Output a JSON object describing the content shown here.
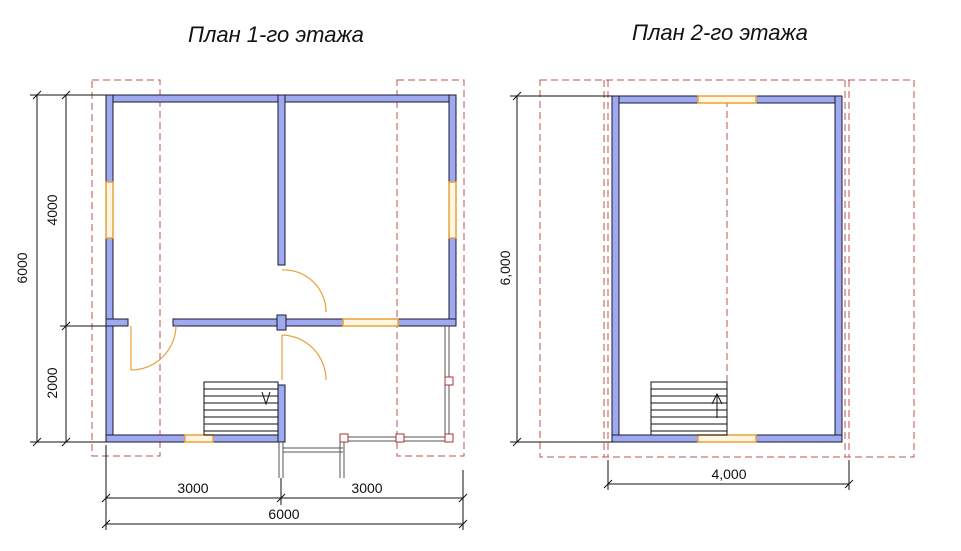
{
  "floor1": {
    "title": "План 1-го этажа",
    "dims": {
      "total_height": "6000",
      "upper_height": "4000",
      "lower_height": "2000",
      "left_width": "3000",
      "right_width": "3000",
      "total_width": "6000"
    }
  },
  "floor2": {
    "title": "План 2-го этажа",
    "dims": {
      "height": "6,000",
      "width": "4,000"
    }
  },
  "colors": {
    "wall_fill": "#9ea9f0",
    "wall_stroke": "#1a1a2e",
    "window": "#e8a23a",
    "door_arc": "#e8a23a",
    "dashed": "#c05050",
    "dimension": "#111111"
  }
}
